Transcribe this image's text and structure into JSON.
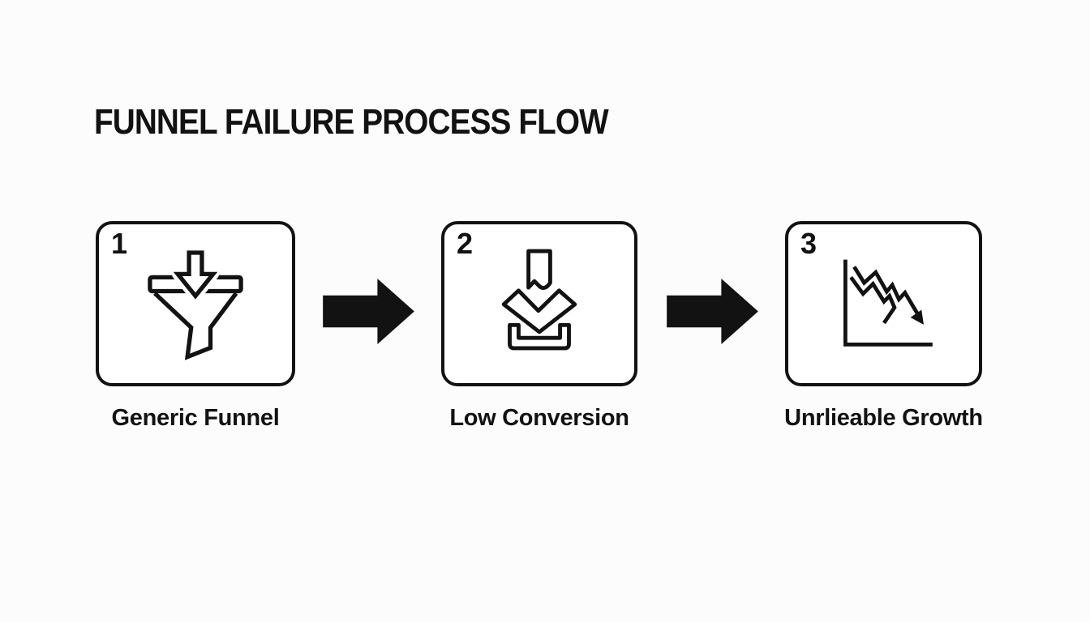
{
  "title": "FUNNEL FAILURE PROCESS FLOW",
  "steps": [
    {
      "number": "1",
      "label": "Generic Funnel",
      "icon": "funnel-intake-icon"
    },
    {
      "number": "2",
      "label": "Low Conversion",
      "icon": "drop-to-tray-icon"
    },
    {
      "number": "3",
      "label": "Unrlieable Growth",
      "icon": "declining-trend-chart-icon"
    }
  ],
  "connectors": [
    {
      "icon": "solid-right-arrow-icon"
    },
    {
      "icon": "solid-right-arrow-icon"
    }
  ],
  "colors": {
    "background": "#fcfcfc",
    "ink": "#121212",
    "box_fill": "#ffffff"
  }
}
